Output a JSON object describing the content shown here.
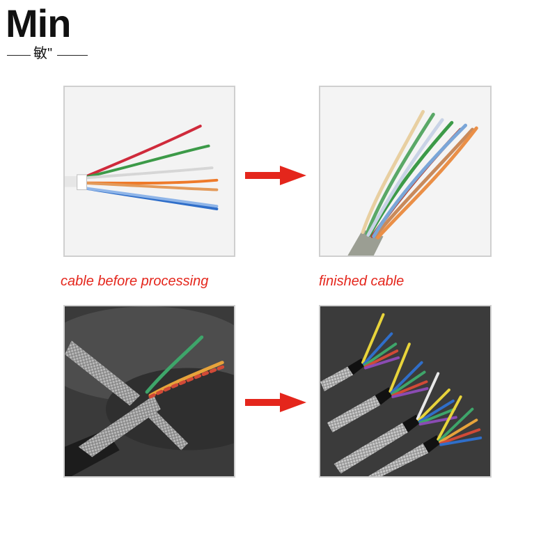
{
  "logo": {
    "brand": "Min",
    "sub": "敏\""
  },
  "captions": {
    "before": "cable before processing",
    "after": "finished cable"
  },
  "colors": {
    "caption": "#e4261c",
    "arrow": "#e4261c"
  },
  "panels": [
    {
      "name": "network-cable-unprocessed-photo",
      "icon": "photo"
    },
    {
      "name": "network-cable-finished-photo",
      "icon": "photo"
    },
    {
      "name": "shielded-cable-unprocessed-photo",
      "icon": "photo"
    },
    {
      "name": "shielded-cables-finished-photo",
      "icon": "photo"
    }
  ]
}
